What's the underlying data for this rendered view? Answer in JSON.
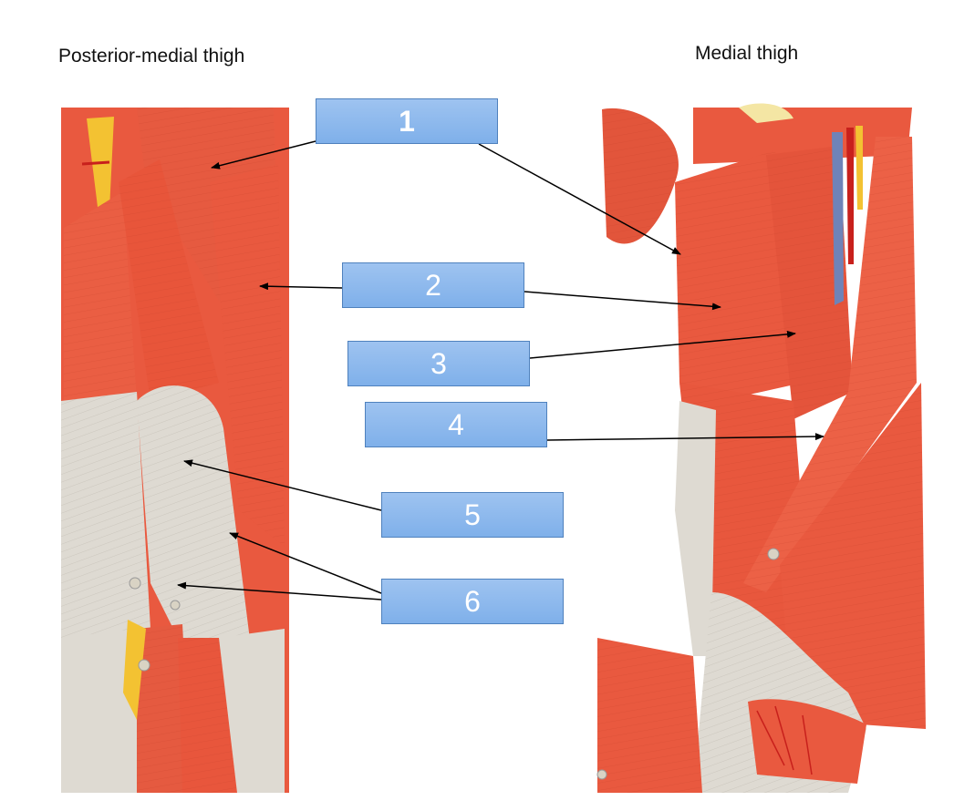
{
  "titles": {
    "left": "Posterior-medial thigh",
    "right": "Medial thigh"
  },
  "labels": [
    {
      "id": "1",
      "text": "1"
    },
    {
      "id": "2",
      "text": "2"
    },
    {
      "id": "3",
      "text": "3"
    },
    {
      "id": "4",
      "text": "4"
    },
    {
      "id": "5",
      "text": "5"
    },
    {
      "id": "6",
      "text": "6"
    }
  ],
  "colors": {
    "muscle": "#e9593f",
    "muscle_dark": "#c8402a",
    "tendon": "#dedad2",
    "nerve": "#f3c232",
    "vein": "#6f83b8",
    "artery": "#c8201c",
    "label_box": "#8fbbee",
    "label_border": "#4f81bd"
  }
}
